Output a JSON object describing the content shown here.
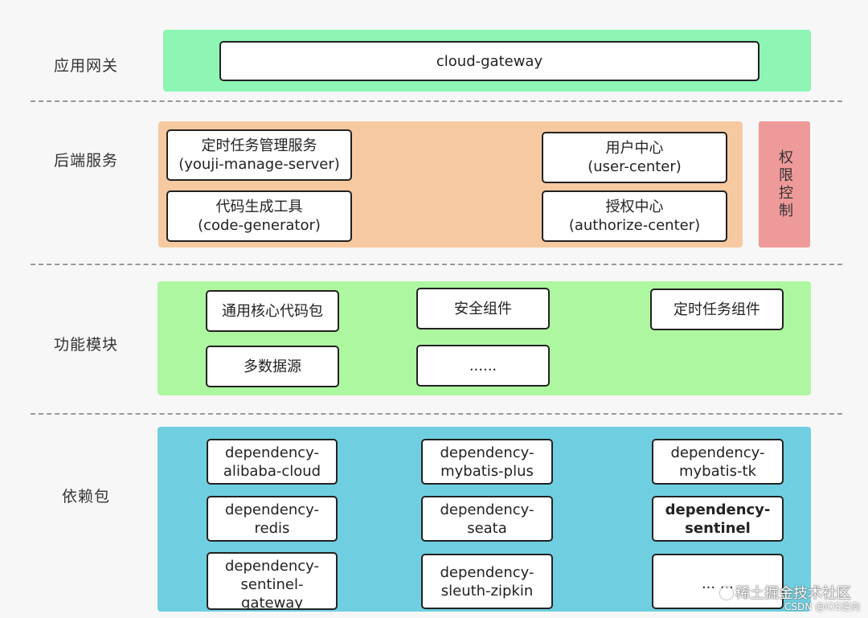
{
  "layers": {
    "gateway": {
      "label": "应用网关",
      "color": "#8ef5b5"
    },
    "backend": {
      "label": "后端服务",
      "color": "#f7c9a0"
    },
    "modules": {
      "label": "功能模块",
      "color": "#adf7a0"
    },
    "deps": {
      "label": "依赖包",
      "color": "#6fcfe0"
    }
  },
  "gateway_box": "cloud-gateway",
  "backend_boxes": {
    "job_manage": [
      "定时任务管理服务",
      "(youji-manage-server)"
    ],
    "code_gen": [
      "代码生成工具",
      "(code-generator)"
    ],
    "user_center": [
      "用户中心",
      "(user-center)"
    ],
    "authorize_center": [
      "授权中心",
      "(authorize-center)"
    ]
  },
  "auth_control": "权限控制",
  "module_boxes": {
    "core": "通用核心代码包",
    "security": "安全组件",
    "timer": "定时任务组件",
    "multi_ds": "多数据源",
    "more": "......"
  },
  "dep_boxes": {
    "alibaba_cloud": [
      "dependency-",
      "alibaba-cloud"
    ],
    "mybatis_plus": [
      "dependency-",
      "mybatis-plus"
    ],
    "mybatis_tk": [
      "dependency-",
      "mybatis-tk"
    ],
    "redis": [
      "dependency-",
      "redis"
    ],
    "seata": [
      "dependency-",
      "seata"
    ],
    "sentinel": [
      "dependency-",
      "sentinel"
    ],
    "sentinel_gateway": [
      "dependency-",
      "sentinel-",
      "gateway"
    ],
    "sleuth_zipkin": [
      "dependency-",
      "sleuth-zipkin"
    ],
    "more": "... ..."
  },
  "watermark": {
    "juejin": "稀土掘金技术社区",
    "csdn": "CSDN @iOS逆向"
  }
}
